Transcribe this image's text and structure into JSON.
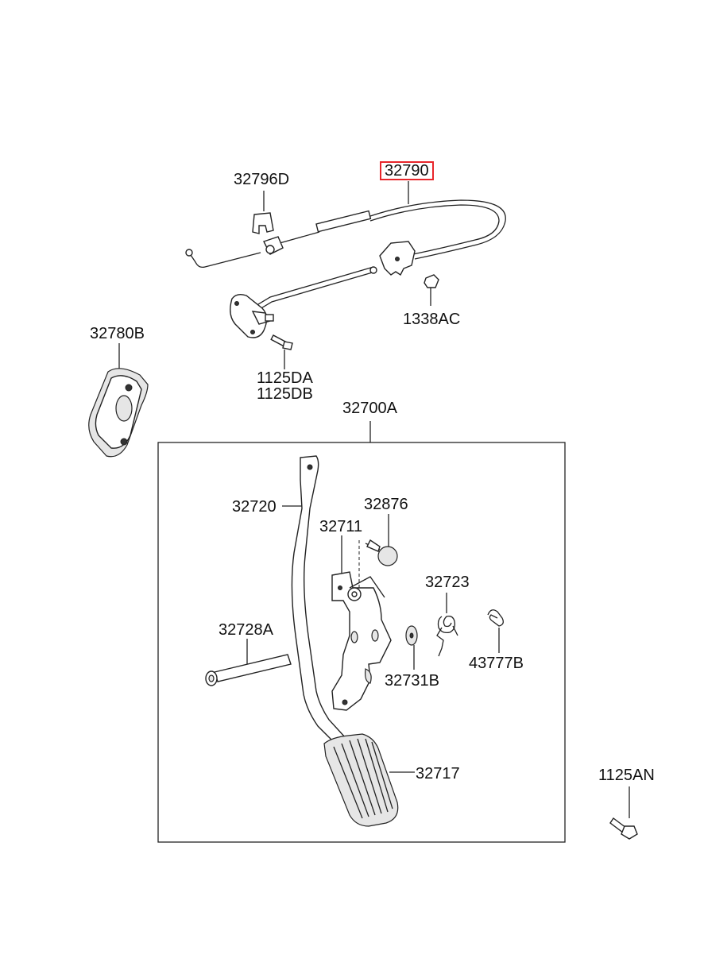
{
  "highlight_color": "#e8262b",
  "callouts": {
    "c32790": "32790",
    "c32796D": "32796D",
    "c1338AC": "1338AC",
    "c32780B": "32780B",
    "c1125DA": "1125DA",
    "c1125DB": "1125DB",
    "c32700A": "32700A",
    "c32720": "32720",
    "c32876": "32876",
    "c32711": "32711",
    "c32723": "32723",
    "c32728A": "32728A",
    "c43777B": "43777B",
    "c32731B": "32731B",
    "c32717": "32717",
    "c1125AN": "1125AN"
  },
  "selected_part": "32790"
}
